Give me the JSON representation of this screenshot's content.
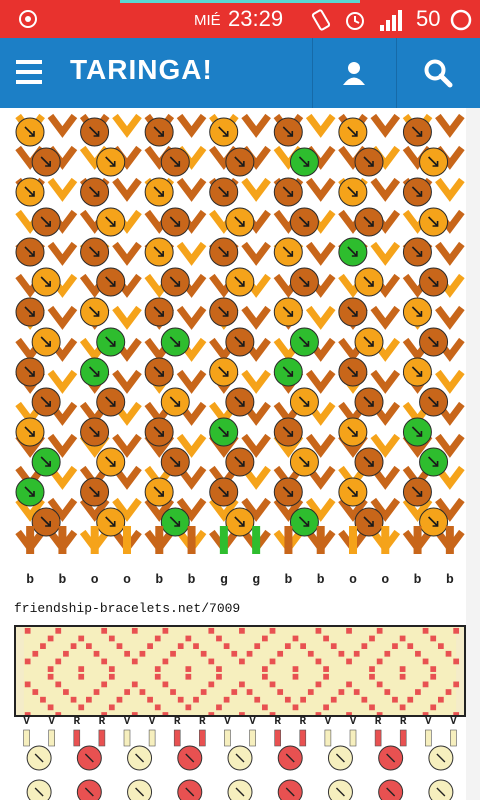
{
  "status_bar": {
    "day": "MIÉ",
    "time": "23:29",
    "battery": "50",
    "accent_color": "#e8322e"
  },
  "app_bar": {
    "logo": "TARINGA!",
    "color": "#1c7fc6",
    "icons": [
      "menu-icon",
      "user-icon",
      "search-icon"
    ]
  },
  "pattern_top": {
    "strand_labels": [
      "b",
      "b",
      "o",
      "o",
      "b",
      "b",
      "g",
      "g",
      "b",
      "b",
      "o",
      "o",
      "b",
      "b"
    ],
    "colors": {
      "b": "#c8661a",
      "o": "#f5a31a",
      "g": "#2ebd2e"
    },
    "credit": "friendship-bracelets.net/7009"
  },
  "pattern_bottom": {
    "strand_labels": [
      "V",
      "V",
      "R",
      "R",
      "V",
      "V",
      "R",
      "R",
      "V",
      "V",
      "R",
      "R",
      "V",
      "V",
      "R",
      "R",
      "V",
      "V"
    ],
    "colors": {
      "V": "#f6efbe",
      "R": "#e85151"
    }
  }
}
